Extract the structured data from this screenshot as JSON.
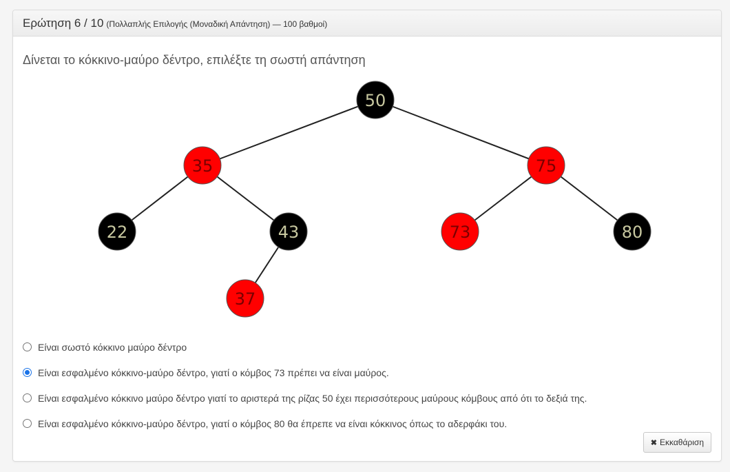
{
  "header": {
    "title": "Ερώτηση 6 / 10",
    "meta": "(Πολλαπλής Επιλογής (Μοναδική Απάντηση) — 100 βαθμοί)"
  },
  "question": {
    "text": "Δίνεται το κόκκινο-μαύρο δέντρο, επιλέξτε τη σωστή απάντηση"
  },
  "tree": {
    "nodes": [
      {
        "id": "n50",
        "label": "50",
        "color": "black"
      },
      {
        "id": "n35",
        "label": "35",
        "color": "red"
      },
      {
        "id": "n75",
        "label": "75",
        "color": "red"
      },
      {
        "id": "n22",
        "label": "22",
        "color": "black"
      },
      {
        "id": "n43",
        "label": "43",
        "color": "black"
      },
      {
        "id": "n73",
        "label": "73",
        "color": "red"
      },
      {
        "id": "n80",
        "label": "80",
        "color": "black"
      },
      {
        "id": "n37",
        "label": "37",
        "color": "red"
      }
    ],
    "edges": [
      [
        "n50",
        "n35"
      ],
      [
        "n50",
        "n75"
      ],
      [
        "n35",
        "n22"
      ],
      [
        "n35",
        "n43"
      ],
      [
        "n75",
        "n73"
      ],
      [
        "n75",
        "n80"
      ],
      [
        "n43",
        "n37"
      ]
    ],
    "colors": {
      "red": "#ff0000",
      "black": "#000000",
      "red_text": "#7a0000",
      "black_text": "#c8c8a0",
      "edge": "#222222"
    }
  },
  "options": [
    {
      "label": "Είναι σωστό κόκκινο μαύρο δέντρο",
      "checked": false
    },
    {
      "label": "Είναι εσφαλμένο κόκκινο-μαύρο δέντρο, γιατί ο κόμβος 73 πρέπει να είναι μαύρος.",
      "checked": true
    },
    {
      "label": "Είναι εσφαλμένο κόκκινο μαύρο δέντρο γιατί το αριστερά της ρίζας 50 έχει περισσότερους μαύρους κόμβους από ότι το δεξιά της.",
      "checked": false
    },
    {
      "label": "Είναι εσφαλμένο κόκκινο-μαύρο δέντρο, γιατί ο κόμβος 80 θα έπρεπε να είναι κόκκινος όπως το αδερφάκι του.",
      "checked": false
    }
  ],
  "clear_button": {
    "icon": "x-icon",
    "label": "Εκκαθάριση"
  },
  "accent_color": "#1a73e8"
}
